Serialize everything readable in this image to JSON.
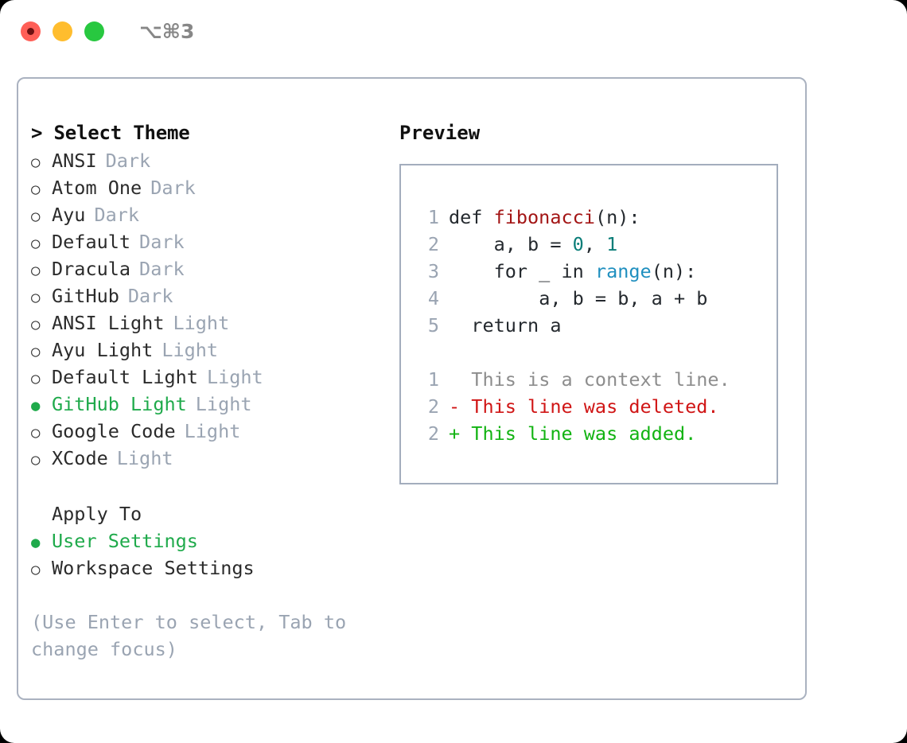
{
  "titlebar": {
    "shortcut": "⌥⌘3",
    "lights": [
      {
        "name": "close",
        "color": "#ff5f57"
      },
      {
        "name": "minimize",
        "color": "#ffbd2e"
      },
      {
        "name": "maximize",
        "color": "#28c840"
      }
    ]
  },
  "left": {
    "header": "> Select Theme",
    "themes": [
      {
        "bullet": "○",
        "name": "ANSI",
        "kind": "Dark",
        "selected": false
      },
      {
        "bullet": "○",
        "name": "Atom One",
        "kind": "Dark",
        "selected": false
      },
      {
        "bullet": "○",
        "name": "Ayu",
        "kind": "Dark",
        "selected": false
      },
      {
        "bullet": "○",
        "name": "Default",
        "kind": "Dark",
        "selected": false
      },
      {
        "bullet": "○",
        "name": "Dracula",
        "kind": "Dark",
        "selected": false
      },
      {
        "bullet": "○",
        "name": "GitHub",
        "kind": "Dark",
        "selected": false
      },
      {
        "bullet": "○",
        "name": "ANSI Light",
        "kind": "Light",
        "selected": false
      },
      {
        "bullet": "○",
        "name": "Ayu Light",
        "kind": "Light",
        "selected": false
      },
      {
        "bullet": "○",
        "name": "Default Light",
        "kind": "Light",
        "selected": false
      },
      {
        "bullet": "●",
        "name": "GitHub Light",
        "kind": "Light",
        "selected": true
      },
      {
        "bullet": "○",
        "name": "Google Code",
        "kind": "Light",
        "selected": false
      },
      {
        "bullet": "○",
        "name": "XCode",
        "kind": "Light",
        "selected": false
      }
    ],
    "apply_to_label": "Apply To",
    "apply_options": [
      {
        "bullet": "●",
        "label": "User Settings",
        "selected": true
      },
      {
        "bullet": "○",
        "label": "Workspace Settings",
        "selected": false
      }
    ],
    "hint": "(Use Enter to select, Tab to change focus)"
  },
  "right": {
    "title": "Preview",
    "code_lines": [
      {
        "no": "1",
        "indent": "",
        "tokens": [
          {
            "t": "def ",
            "c": "tok-def"
          },
          {
            "t": "fibonacci",
            "c": "tok-fn"
          },
          {
            "t": "(n):",
            "c": "code-text"
          }
        ]
      },
      {
        "no": "2",
        "indent": "    ",
        "tokens": [
          {
            "t": "a, b = ",
            "c": "code-text"
          },
          {
            "t": "0",
            "c": "tok-num"
          },
          {
            "t": ", ",
            "c": "code-text"
          },
          {
            "t": "1",
            "c": "tok-num"
          }
        ]
      },
      {
        "no": "3",
        "indent": "    ",
        "tokens": [
          {
            "t": "for _ in ",
            "c": "code-text"
          },
          {
            "t": "range",
            "c": "tok-builtin"
          },
          {
            "t": "(n):",
            "c": "code-text"
          }
        ]
      },
      {
        "no": "4",
        "indent": "        ",
        "tokens": [
          {
            "t": "a, b = b, a + b",
            "c": "code-text"
          }
        ]
      },
      {
        "no": "5",
        "indent": "  ",
        "tokens": [
          {
            "t": "return a",
            "c": "code-text"
          }
        ]
      }
    ],
    "diff_lines": [
      {
        "no": "1",
        "marker": " ",
        "text": " This is a context line.",
        "cls": "diff-ctx"
      },
      {
        "no": "2",
        "marker": "-",
        "text": " This line was deleted.",
        "cls": "diff-del"
      },
      {
        "no": "2",
        "marker": "+",
        "text": " This line was added.",
        "cls": "diff-add"
      }
    ]
  },
  "colors": {
    "accent_green": "#1faa4b",
    "muted": "#9aa4b2",
    "border": "#aab2c0",
    "diff_add": "#12b312",
    "diff_del": "#d01515",
    "fn_red": "#a31515",
    "builtin_blue": "#1f8fbf",
    "number_teal": "#0a7d78"
  }
}
